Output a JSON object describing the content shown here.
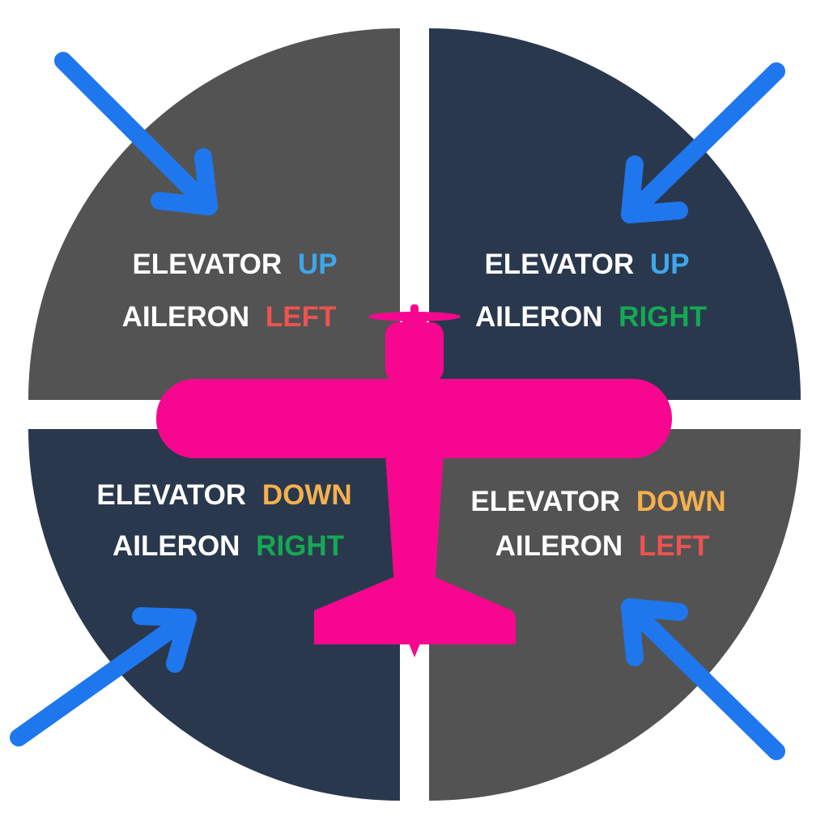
{
  "colors": {
    "background": "#ffffff",
    "quadrant_gray": "#535353",
    "quadrant_navy": "#2a384e",
    "airplane": "#f7078f",
    "arrow": "#1f77ee",
    "up": "#3ea7ec",
    "down": "#f6b04c",
    "left": "#ee5350",
    "right": "#14a953",
    "label_white": "#ffffff"
  },
  "icons": {
    "airplane": "airplane-icon",
    "arrow": "arrow-icon"
  },
  "quadrants": {
    "top_left": {
      "line1_prefix": "ELEVATOR",
      "line1_word": "UP",
      "line2_prefix": "AILERON",
      "line2_word": "LEFT"
    },
    "top_right": {
      "line1_prefix": "ELEVATOR",
      "line1_word": "UP",
      "line2_prefix": "AILERON",
      "line2_word": "RIGHT"
    },
    "bottom_left": {
      "line1_prefix": "ELEVATOR",
      "line1_word": "DOWN",
      "line2_prefix": "AILERON",
      "line2_word": "RIGHT"
    },
    "bottom_right": {
      "line1_prefix": "ELEVATOR",
      "line1_word": "DOWN",
      "line2_prefix": "AILERON",
      "line2_word": "LEFT"
    }
  }
}
